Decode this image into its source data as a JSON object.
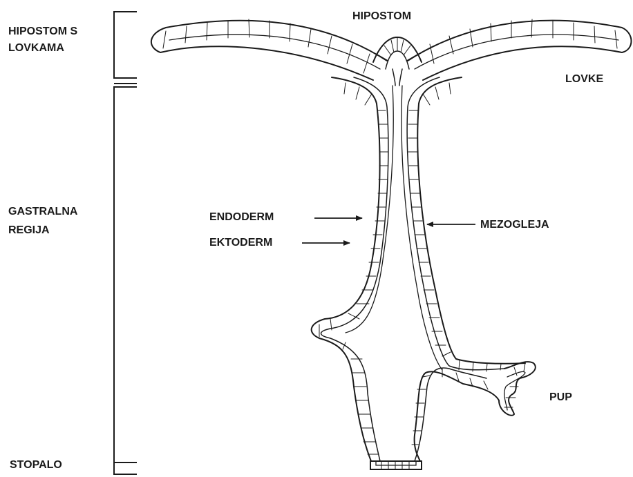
{
  "labels": {
    "hypostome_tentacles_line1": "HIPOSTOM S",
    "hypostome_tentacles_line2": "LOVKAMA",
    "hypostome": "HIPOSTOM",
    "tentacles": "LOVKE",
    "gastric_line1": "GASTRALNA",
    "gastric_line2": "REGIJA",
    "endoderm": "ENDODERM",
    "ectoderm": "EKTODERM",
    "mesoglea": "MEZOGLEJA",
    "bud": "PUP",
    "foot": "STOPALO"
  },
  "colors": {
    "ink": "#1a1a1a",
    "background": "#ffffff"
  }
}
